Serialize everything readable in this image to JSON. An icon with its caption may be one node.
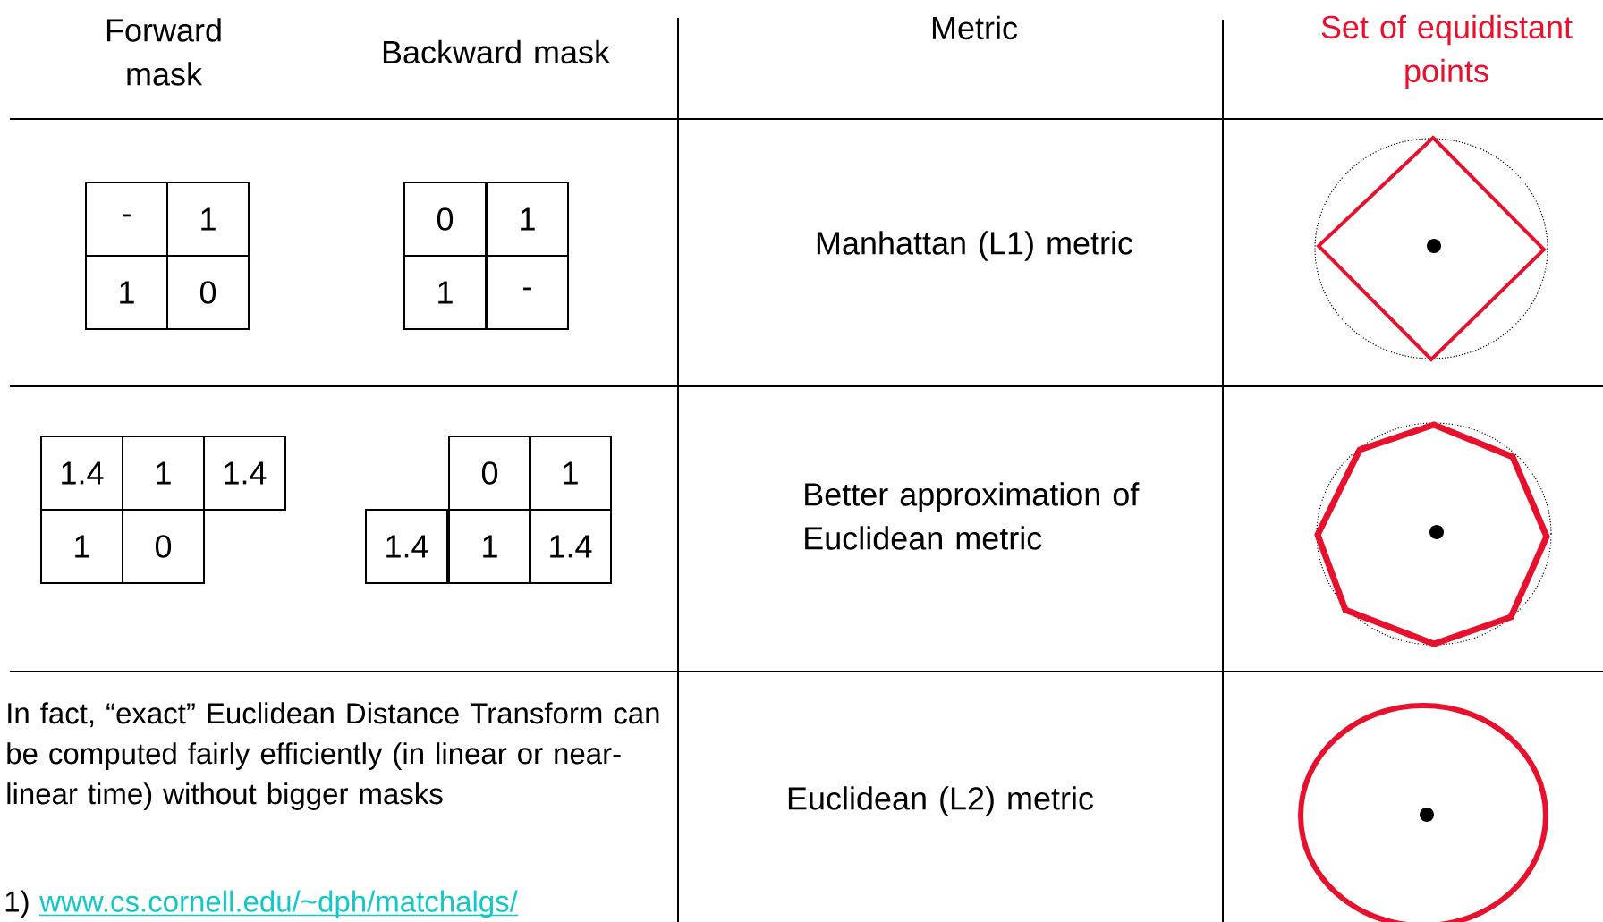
{
  "diagram": {
    "nodes": [
      {
        "text": [
          "-"
        ]
      },
      {
        "text": [
          "1"
        ]
      },
      {
        "text": [
          "1"
        ]
      },
      {
        "text": [
          "0"
        ]
      },
      {
        "text": [
          "0"
        ]
      },
      {
        "text": [
          "1"
        ]
      },
      {
        "text": [
          "1"
        ]
      },
      {
        "text": [
          "-"
        ]
      },
      {
        "text": [
          "1.4"
        ]
      },
      {
        "text": [
          "1"
        ]
      },
      {
        "text": [
          "1.4"
        ]
      },
      {
        "text": [
          "1"
        ]
      },
      {
        "text": [
          "0"
        ]
      },
      {
        "text": [
          "0"
        ]
      },
      {
        "text": [
          "1"
        ]
      },
      {
        "text": [
          "1.4"
        ]
      },
      {
        "text": [
          "1"
        ]
      },
      {
        "text": [
          "1.4"
        ]
      }
    ],
    "labels": [
      "Forward mask",
      "Backward mask",
      "Metric",
      "Set of equidistant points",
      "Manhattan (L1) metric",
      "Better approximation of Euclidean metric",
      "Euclidean (L2) metric",
      "In fact, “exact” Euclidean Distance Transform can be computed fairly efficiently (in linear or near-linear time) without bigger masks",
      "1)",
      "www.cs.cornell.edu/~dph/matchalgs/"
    ]
  }
}
